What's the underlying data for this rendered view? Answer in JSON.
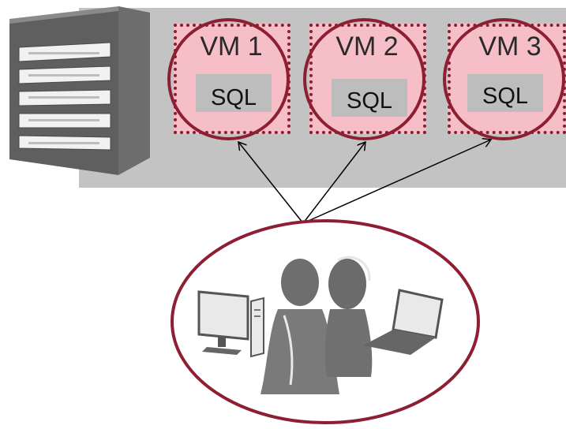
{
  "host": {
    "color": "#c3c3c3"
  },
  "vms": [
    {
      "title": "VM 1",
      "sql": "SQL"
    },
    {
      "title": "VM 2",
      "sql": "SQL"
    },
    {
      "title": "VM 3",
      "sql": "SQL"
    }
  ],
  "users_group": {
    "icon": "users-at-computers"
  },
  "colors": {
    "accent": "#8e1f32",
    "vm_fill": "#f6bfc7",
    "sql_fill": "#bdbdbd",
    "server_gray": "#5f5f5f"
  }
}
